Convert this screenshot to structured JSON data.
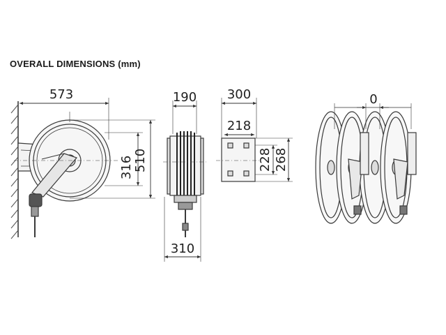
{
  "title": "OVERALL DIMENSIONS (mm)",
  "dimensions": {
    "side_width": "573",
    "hub_height": "316",
    "overall_height": "510",
    "front_width": "190",
    "front_base_width": "310",
    "bracket_width": "300",
    "bracket_hole_width": "218",
    "bracket_hole_height": "228",
    "bracket_height": "268",
    "multi_spacing": "0"
  },
  "colors": {
    "line": "#3a3a3a",
    "fill": "#f2f2f2",
    "hatch": "#555555"
  }
}
